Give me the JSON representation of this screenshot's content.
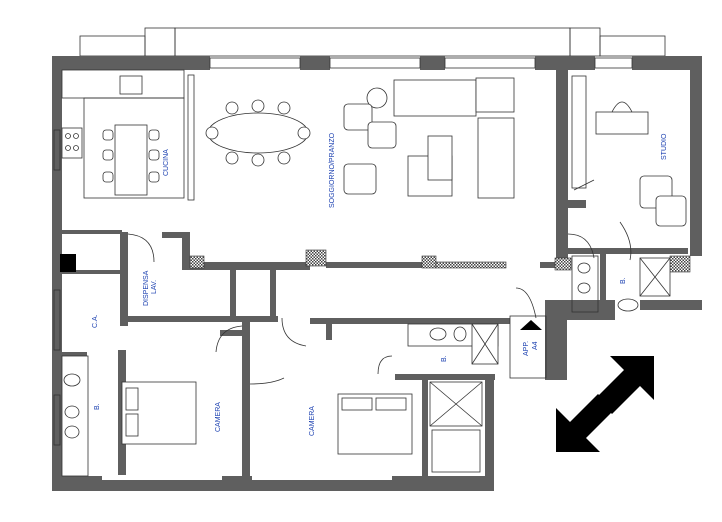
{
  "rooms": {
    "cucina": "CUCINA",
    "soggiorno": "SOGGIORNO/PRANZO",
    "studio": "STUDIO",
    "dispensa_line1": "DISPENSA",
    "dispensa_line2": "LAV.",
    "ca": "C.A.",
    "bagno_left": "B.",
    "bagno_center": "B.",
    "bagno_right": "B.",
    "camera_left": "CAMERA",
    "camera_center": "CAMERA",
    "app_line1": "APP.",
    "app_line2": "A4"
  },
  "colors": {
    "wall": "#5f5f5f",
    "label": "#1a3fb0",
    "arrow": "#000000"
  },
  "icons": {
    "compass": "diagonal-double-arrow-icon",
    "entrance": "entrance-triangle-icon"
  }
}
